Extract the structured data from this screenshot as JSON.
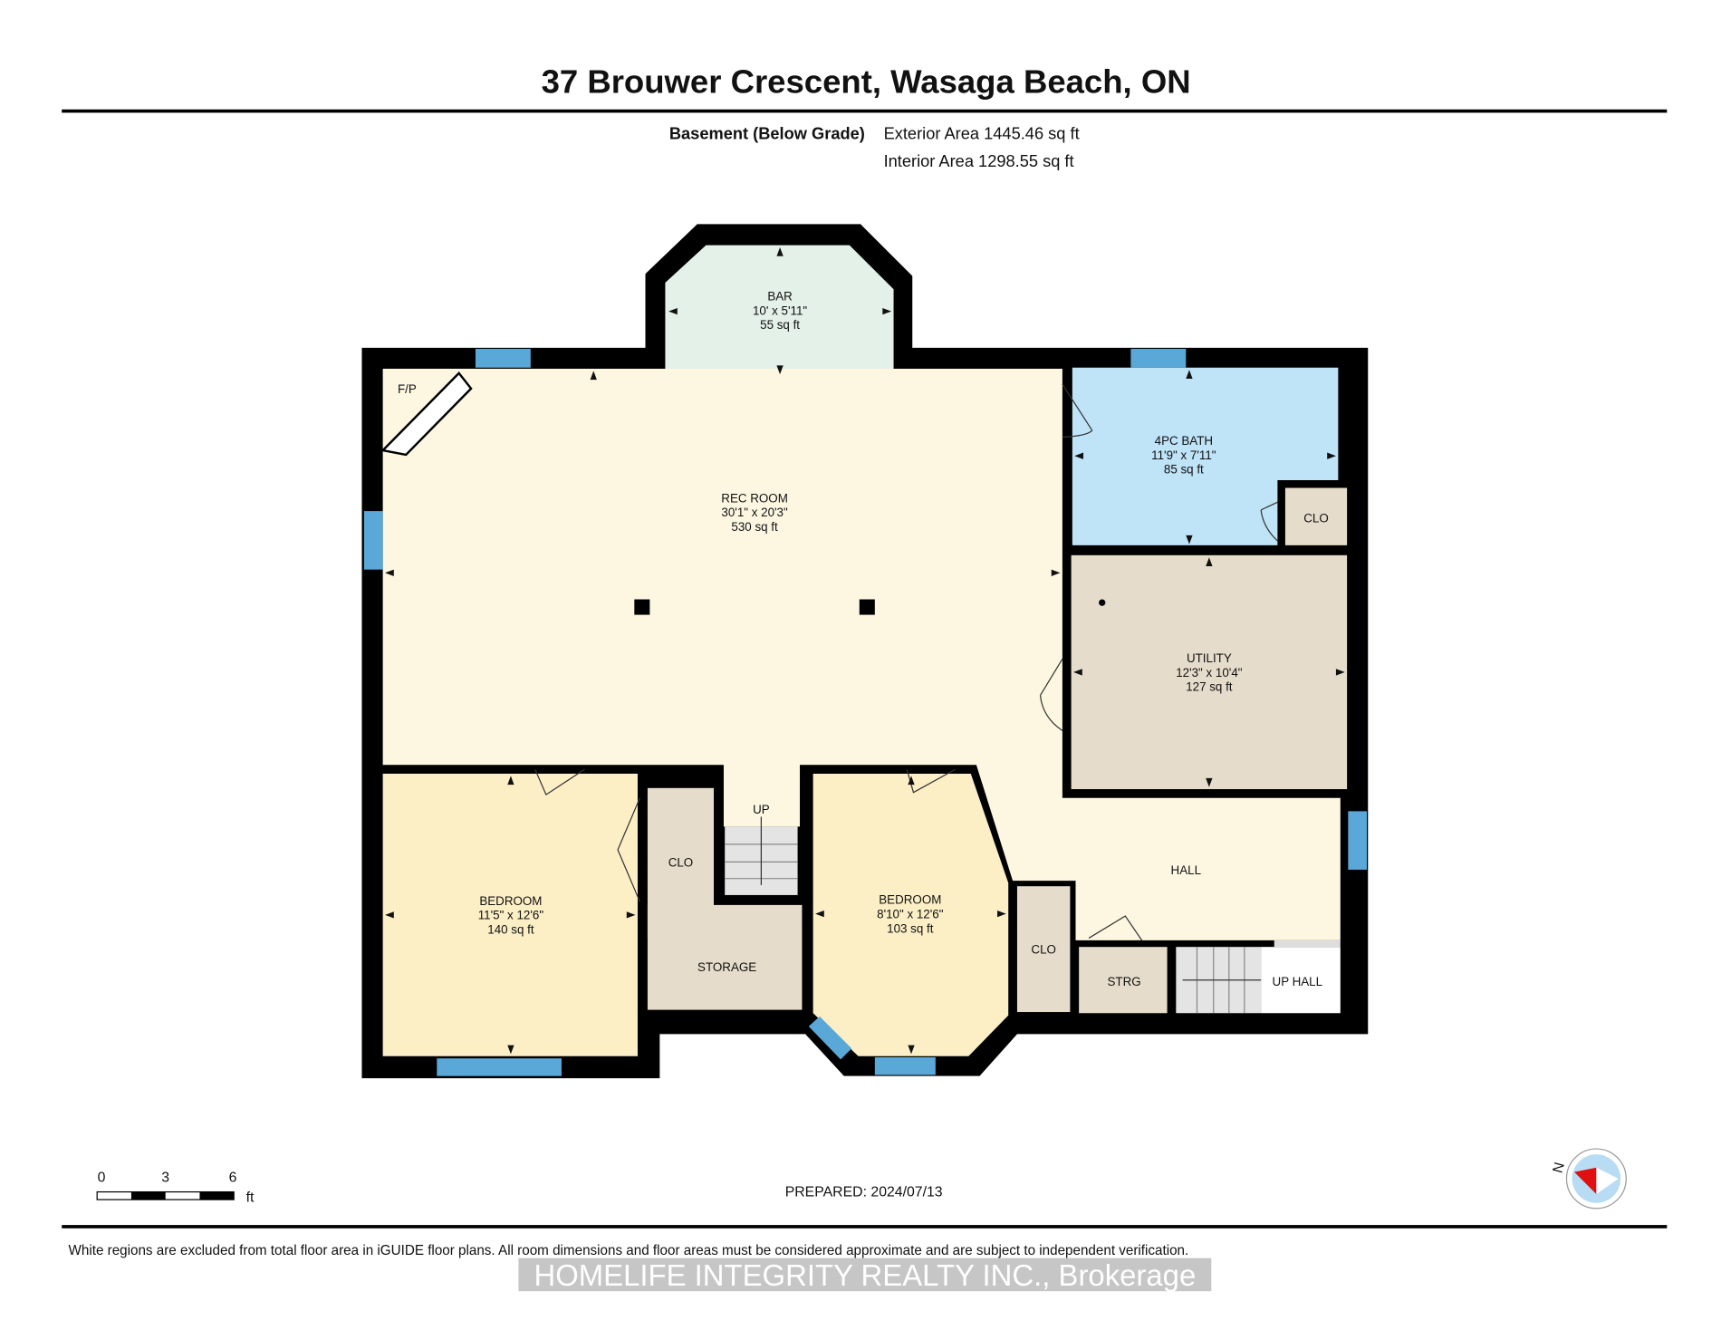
{
  "header": {
    "title": "37 Brouwer Crescent, Wasaga Beach, ON",
    "level": "Basement (Below Grade)",
    "exterior_area": "Exterior Area 1445.46 sq ft",
    "interior_area": "Interior Area 1298.55 sq ft"
  },
  "rooms": {
    "bar": {
      "name": "BAR",
      "dims": "10' x 5'11\"",
      "area": "55 sq ft"
    },
    "rec": {
      "name": "REC ROOM",
      "dims": "30'1\" x 20'3\"",
      "area": "530 sq ft"
    },
    "bath": {
      "name": "4PC BATH",
      "dims": "11'9\" x 7'11\"",
      "area": "85 sq ft"
    },
    "utility": {
      "name": "UTILITY",
      "dims": "12'3\" x 10'4\"",
      "area": "127 sq ft"
    },
    "bed1": {
      "name": "BEDROOM",
      "dims": "11'5\" x 12'6\"",
      "area": "140 sq ft"
    },
    "bed2": {
      "name": "BEDROOM",
      "dims": "8'10\" x 12'6\"",
      "area": "103 sq ft"
    }
  },
  "labels": {
    "fp": "F/P",
    "clo_bath": "CLO",
    "clo_left": "CLO",
    "clo_right": "CLO",
    "up": "UP",
    "storage": "STORAGE",
    "hall": "HALL",
    "strg": "STRG",
    "up_hall": "UP HALL"
  },
  "footer": {
    "scale_ticks": [
      "0",
      "3",
      "6"
    ],
    "scale_unit": "ft",
    "prepared": "PREPARED: 2024/07/13",
    "north": "N",
    "disclaimer": "White regions are excluded from total floor area in iGUIDE floor plans. All room dimensions and floor areas must be considered approximate and are subject to independent verification.",
    "watermark": "HOMELIFE INTEGRITY REALTY INC., Brokerage"
  },
  "colors": {
    "wall": "#000000",
    "rec": "#fdf7e2",
    "bar": "#e4f1e8",
    "bath": "#bfe3f7",
    "utility": "#e6dccb",
    "bedroom": "#fcefc6",
    "stairs": "#e4e4e4",
    "window": "#5aa8d8"
  }
}
